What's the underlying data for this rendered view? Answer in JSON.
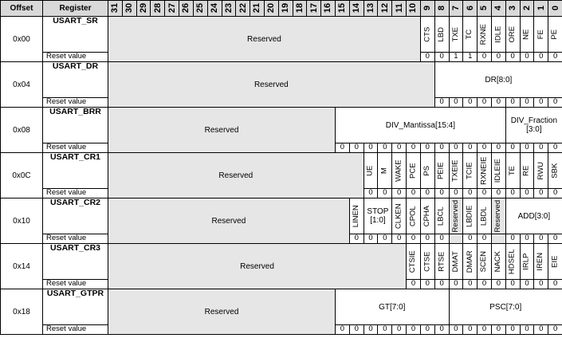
{
  "header": {
    "offset_label": "Offset",
    "register_label": "Register",
    "bits": [
      "31",
      "30",
      "29",
      "28",
      "27",
      "26",
      "25",
      "24",
      "23",
      "22",
      "21",
      "20",
      "19",
      "18",
      "17",
      "16",
      "15",
      "14",
      "13",
      "12",
      "11",
      "10",
      "9",
      "8",
      "7",
      "6",
      "5",
      "4",
      "3",
      "2",
      "1",
      "0"
    ]
  },
  "reset_value_label": "Reset value",
  "registers": [
    {
      "offset": "0x00",
      "name": "USART_SR",
      "fields": [
        {
          "label": "Reserved",
          "hi": 31,
          "lo": 10,
          "reserved": true,
          "rotated": false
        },
        {
          "label": "CTS",
          "hi": 9,
          "lo": 9,
          "rotated": true
        },
        {
          "label": "LBD",
          "hi": 8,
          "lo": 8,
          "rotated": true
        },
        {
          "label": "TXE",
          "hi": 7,
          "lo": 7,
          "rotated": true
        },
        {
          "label": "TC",
          "hi": 6,
          "lo": 6,
          "rotated": true
        },
        {
          "label": "RXNE",
          "hi": 5,
          "lo": 5,
          "rotated": true
        },
        {
          "label": "IDLE",
          "hi": 4,
          "lo": 4,
          "rotated": true
        },
        {
          "label": "ORE",
          "hi": 3,
          "lo": 3,
          "rotated": true
        },
        {
          "label": "NE",
          "hi": 2,
          "lo": 2,
          "rotated": true
        },
        {
          "label": "FE",
          "hi": 1,
          "lo": 1,
          "rotated": true
        },
        {
          "label": "PE",
          "hi": 0,
          "lo": 0,
          "rotated": true
        }
      ],
      "reset_start": 9,
      "reset": [
        "0",
        "0",
        "1",
        "1",
        "0",
        "0",
        "0",
        "0",
        "0",
        "0"
      ]
    },
    {
      "offset": "0x04",
      "name": "USART_DR",
      "fields": [
        {
          "label": "Reserved",
          "hi": 31,
          "lo": 9,
          "reserved": true,
          "rotated": false
        },
        {
          "label": "DR[8:0]",
          "hi": 8,
          "lo": 0,
          "rotated": false
        }
      ],
      "reset_start": 8,
      "reset": [
        "0",
        "0",
        "0",
        "0",
        "0",
        "0",
        "0",
        "0",
        "0"
      ]
    },
    {
      "offset": "0x08",
      "name": "USART_BRR",
      "fields": [
        {
          "label": "Reserved",
          "hi": 31,
          "lo": 16,
          "reserved": true,
          "rotated": false
        },
        {
          "label": "DIV_Mantissa[15:4]",
          "hi": 15,
          "lo": 4,
          "rotated": false
        },
        {
          "label": "DIV_Fraction [3:0]",
          "hi": 3,
          "lo": 0,
          "rotated": false
        }
      ],
      "reset_start": 15,
      "reset": [
        "0",
        "0",
        "0",
        "0",
        "0",
        "0",
        "0",
        "0",
        "0",
        "0",
        "0",
        "0",
        "0",
        "0",
        "0",
        "0"
      ]
    },
    {
      "offset": "0x0C",
      "name": "USART_CR1",
      "fields": [
        {
          "label": "Reserved",
          "hi": 31,
          "lo": 14,
          "reserved": true,
          "rotated": false
        },
        {
          "label": "UE",
          "hi": 13,
          "lo": 13,
          "rotated": true
        },
        {
          "label": "M",
          "hi": 12,
          "lo": 12,
          "rotated": true
        },
        {
          "label": "WAKE",
          "hi": 11,
          "lo": 11,
          "rotated": true
        },
        {
          "label": "PCE",
          "hi": 10,
          "lo": 10,
          "rotated": true
        },
        {
          "label": "PS",
          "hi": 9,
          "lo": 9,
          "rotated": true
        },
        {
          "label": "PEIE",
          "hi": 8,
          "lo": 8,
          "rotated": true
        },
        {
          "label": "TXEIE",
          "hi": 7,
          "lo": 7,
          "rotated": true
        },
        {
          "label": "TCIE",
          "hi": 6,
          "lo": 6,
          "rotated": true
        },
        {
          "label": "RXNEIE",
          "hi": 5,
          "lo": 5,
          "rotated": true
        },
        {
          "label": "IDLEIE",
          "hi": 4,
          "lo": 4,
          "rotated": true
        },
        {
          "label": "TE",
          "hi": 3,
          "lo": 3,
          "rotated": true
        },
        {
          "label": "RE",
          "hi": 2,
          "lo": 2,
          "rotated": true
        },
        {
          "label": "RWU",
          "hi": 1,
          "lo": 1,
          "rotated": true
        },
        {
          "label": "SBK",
          "hi": 0,
          "lo": 0,
          "rotated": true
        }
      ],
      "reset_start": 13,
      "reset": [
        "0",
        "0",
        "0",
        "0",
        "0",
        "0",
        "0",
        "0",
        "0",
        "0",
        "0",
        "0",
        "0",
        "0"
      ]
    },
    {
      "offset": "0x10",
      "name": "USART_CR2",
      "fields": [
        {
          "label": "Reserved",
          "hi": 31,
          "lo": 15,
          "reserved": true,
          "rotated": false
        },
        {
          "label": "LINEN",
          "hi": 14,
          "lo": 14,
          "rotated": true
        },
        {
          "label": "STOP [1:0]",
          "hi": 13,
          "lo": 12,
          "rotated": false
        },
        {
          "label": "CLKEN",
          "hi": 11,
          "lo": 11,
          "rotated": true
        },
        {
          "label": "CPOL",
          "hi": 10,
          "lo": 10,
          "rotated": true
        },
        {
          "label": "CPHA",
          "hi": 9,
          "lo": 9,
          "rotated": true
        },
        {
          "label": "LBCL",
          "hi": 8,
          "lo": 8,
          "rotated": true
        },
        {
          "label": "Reserved",
          "hi": 7,
          "lo": 7,
          "reserved": true,
          "rotated": true
        },
        {
          "label": "LBDIE",
          "hi": 6,
          "lo": 6,
          "rotated": true
        },
        {
          "label": "LBDL",
          "hi": 5,
          "lo": 5,
          "rotated": true
        },
        {
          "label": "Reserved",
          "hi": 4,
          "lo": 4,
          "reserved": true,
          "rotated": true
        },
        {
          "label": "ADD[3:0]",
          "hi": 3,
          "lo": 0,
          "rotated": false
        }
      ],
      "reset_start": 14,
      "reset": [
        "0",
        "0",
        "0",
        "0",
        "0",
        "0",
        "0",
        "",
        "0",
        "0",
        "",
        "0",
        "0",
        "0",
        "0"
      ]
    },
    {
      "offset": "0x14",
      "name": "USART_CR3",
      "fields": [
        {
          "label": "Reserved",
          "hi": 31,
          "lo": 11,
          "reserved": true,
          "rotated": false
        },
        {
          "label": "CTSIE",
          "hi": 10,
          "lo": 10,
          "rotated": true
        },
        {
          "label": "CTSE",
          "hi": 9,
          "lo": 9,
          "rotated": true
        },
        {
          "label": "RTSE",
          "hi": 8,
          "lo": 8,
          "rotated": true
        },
        {
          "label": "DMAT",
          "hi": 7,
          "lo": 7,
          "rotated": true
        },
        {
          "label": "DMAR",
          "hi": 6,
          "lo": 6,
          "rotated": true
        },
        {
          "label": "SCEN",
          "hi": 5,
          "lo": 5,
          "rotated": true
        },
        {
          "label": "NACK",
          "hi": 4,
          "lo": 4,
          "rotated": true
        },
        {
          "label": "HDSEL",
          "hi": 3,
          "lo": 3,
          "rotated": true
        },
        {
          "label": "IRLP",
          "hi": 2,
          "lo": 2,
          "rotated": true
        },
        {
          "label": "IREN",
          "hi": 1,
          "lo": 1,
          "rotated": true
        },
        {
          "label": "EIE",
          "hi": 0,
          "lo": 0,
          "rotated": true
        }
      ],
      "reset_start": 10,
      "reset": [
        "0",
        "0",
        "0",
        "0",
        "0",
        "0",
        "0",
        "0",
        "0",
        "0",
        "0"
      ]
    },
    {
      "offset": "0x18",
      "name": "USART_GTPR",
      "fields": [
        {
          "label": "Reserved",
          "hi": 31,
          "lo": 16,
          "reserved": true,
          "rotated": false
        },
        {
          "label": "GT[7:0]",
          "hi": 15,
          "lo": 8,
          "rotated": false
        },
        {
          "label": "PSC[7:0]",
          "hi": 7,
          "lo": 0,
          "rotated": false
        }
      ],
      "reset_start": 15,
      "reset": [
        "0",
        "0",
        "0",
        "0",
        "0",
        "0",
        "0",
        "0",
        "0",
        "0",
        "0",
        "0",
        "0",
        "0",
        "0",
        "0"
      ]
    }
  ]
}
